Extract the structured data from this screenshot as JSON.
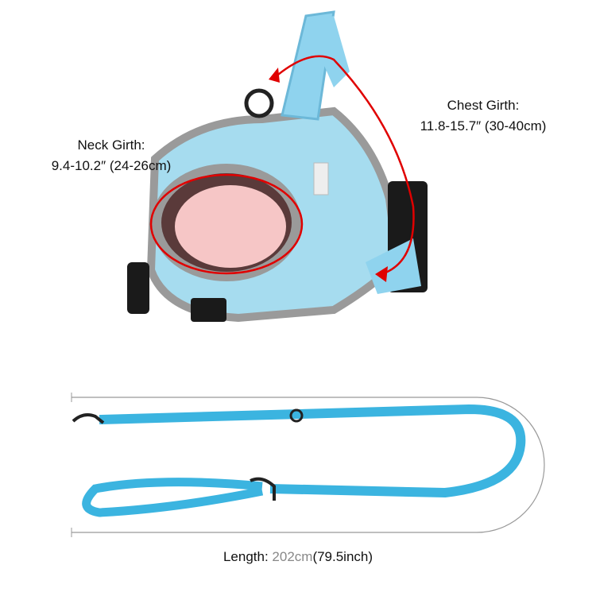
{
  "labels": {
    "neck_title": "Neck Girth:",
    "neck_value": "9.4-10.2″ (24-26cm)",
    "chest_title": "Chest Girth:",
    "chest_value": "11.8-15.7″ (30-40cm)",
    "length_prefix": "Length: ",
    "length_cm": "202cm",
    "length_inch": "(79.5inch)"
  },
  "colors": {
    "harness": "#a6dcef",
    "leash": "#3bb4e0",
    "trim": "#9a9a9a",
    "measure_arrow": "#e00000",
    "buckle": "#1a1a1a"
  }
}
